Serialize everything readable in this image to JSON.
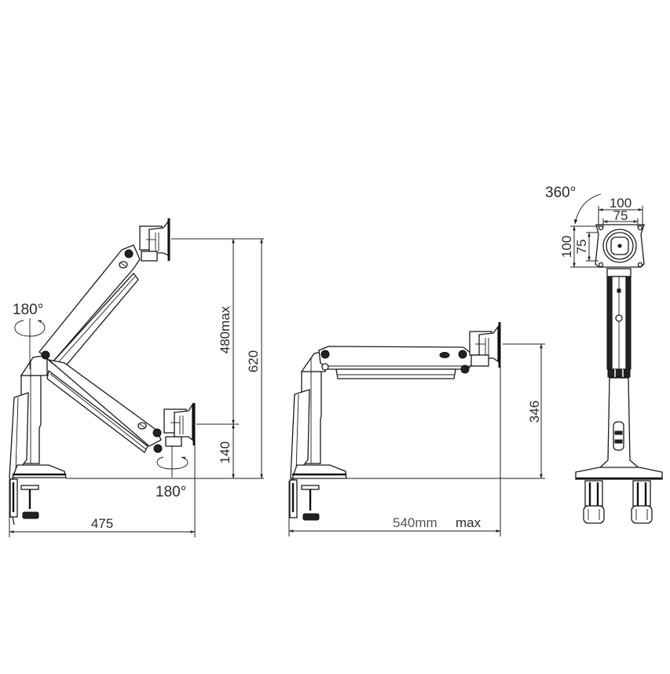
{
  "diagram": {
    "subject": "Monitor arm dimension drawing",
    "background": "#ffffff",
    "line_color": "#1a1a1a",
    "views": [
      {
        "id": "side-view-range",
        "labels": {
          "top_rotation": "180°",
          "bottom_rotation": "180°",
          "height_max": "480max",
          "total_height": "620",
          "min_height": "140",
          "reach": "475"
        }
      },
      {
        "id": "side-view-extended",
        "labels": {
          "height": "346",
          "reach_value": "540mm",
          "reach_suffix": "max"
        }
      },
      {
        "id": "front-view",
        "labels": {
          "rotation": "360°",
          "vesa_outer_width": "100",
          "vesa_inner_width": "75",
          "vesa_outer_height": "100",
          "vesa_inner_height": "75"
        }
      }
    ]
  }
}
